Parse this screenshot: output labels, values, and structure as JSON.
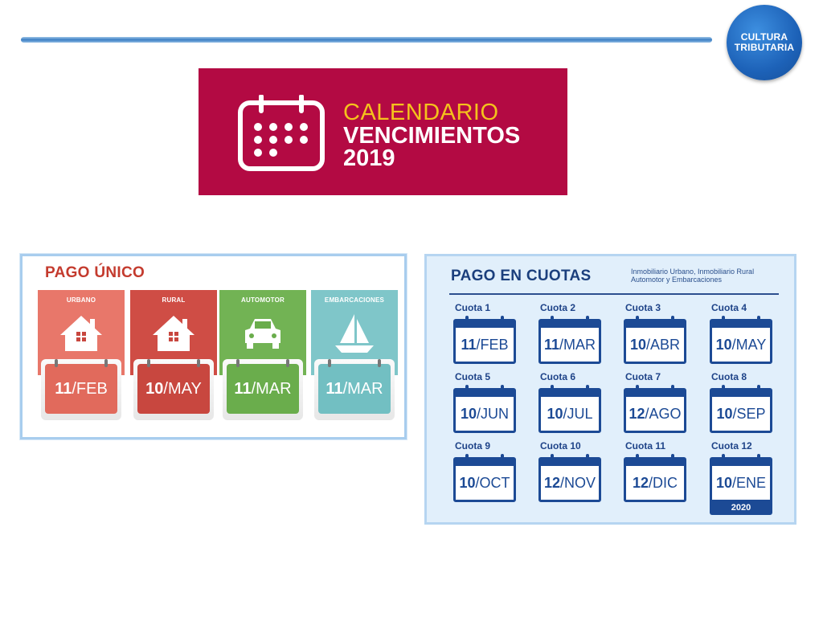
{
  "logo": {
    "line1": "CULTURA",
    "line2": "TRIBUTARIA",
    "color": "#1d62b8"
  },
  "banner": {
    "line1": "CALENDARIO",
    "line2": "VENCIMIENTOS",
    "line3": "2019",
    "background": "#b30a43",
    "accent": "#f4c21c",
    "icon": "calendar-icon"
  },
  "pago_unico": {
    "title": "PAGO ÚNICO",
    "categories": [
      {
        "label": "URBANO",
        "icon": "house-icon",
        "day": "11",
        "month": "/FEB",
        "color_top": "#e8776a",
        "color_card": "#e16a5c"
      },
      {
        "label": "RURAL",
        "icon": "house-icon",
        "day": "10",
        "month": "/MAY",
        "color_top": "#cf4d45",
        "color_card": "#c8473f"
      },
      {
        "label": "AUTOMOTOR",
        "icon": "car-icon",
        "day": "11",
        "month": "/MAR",
        "color_top": "#72b354",
        "color_card": "#6aad4c"
      },
      {
        "label": "EMBARCACIONES",
        "icon": "sailboat-icon",
        "day": "11",
        "month": "/MAR",
        "color_top": "#7fc6c9",
        "color_card": "#72bfc2"
      }
    ]
  },
  "pago_cuotas": {
    "title": "PAGO EN CUOTAS",
    "note": "Inmobiliario Urbano, Inmobiliario Rural Automotor y Embarcaciones",
    "color": "#1c4a95",
    "cuotas": [
      {
        "label": "Cuota 1",
        "day": "11",
        "month": "/FEB"
      },
      {
        "label": "Cuota 2",
        "day": "11",
        "month": "/MAR"
      },
      {
        "label": "Cuota 3",
        "day": "10",
        "month": "/ABR"
      },
      {
        "label": "Cuota 4",
        "day": "10",
        "month": "/MAY"
      },
      {
        "label": "Cuota 5",
        "day": "10",
        "month": "/JUN"
      },
      {
        "label": "Cuota 6",
        "day": "10",
        "month": "/JUL"
      },
      {
        "label": "Cuota 7",
        "day": "12",
        "month": "/AGO"
      },
      {
        "label": "Cuota 8",
        "day": "10",
        "month": "/SEP"
      },
      {
        "label": "Cuota 9",
        "day": "10",
        "month": "/OCT"
      },
      {
        "label": "Cuota 10",
        "day": "12",
        "month": "/NOV"
      },
      {
        "label": "Cuota 11",
        "day": "12",
        "month": "/DIC"
      },
      {
        "label": "Cuota 12",
        "day": "10",
        "month": "/ENE",
        "year": "2020"
      }
    ]
  }
}
